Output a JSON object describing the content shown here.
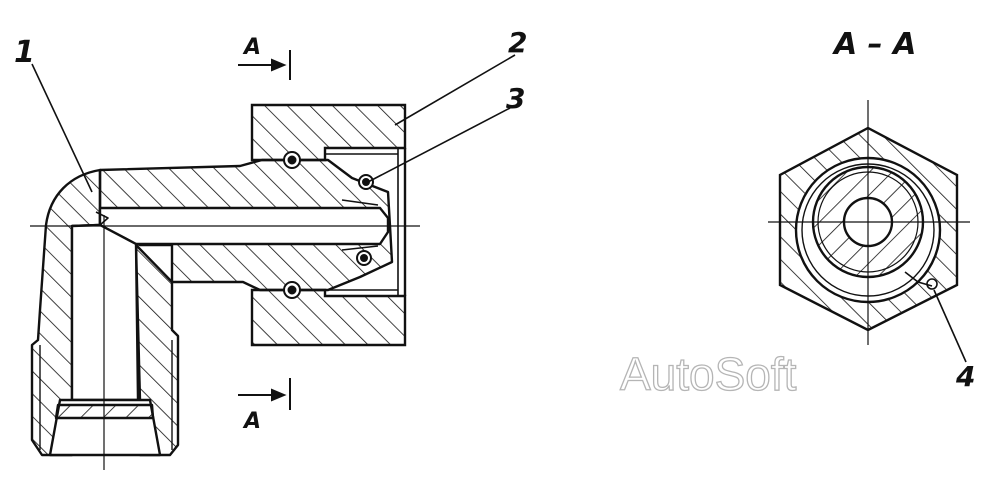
{
  "labels": {
    "part_1": "1",
    "part_2": "2",
    "part_3": "3",
    "part_4": "4",
    "section_top": "A",
    "section_bottom": "A",
    "section_title": "A – A"
  },
  "watermark": "AutoSoft",
  "colors": {
    "ink": "#111111",
    "paper": "#ffffff",
    "watermark_outline": "#b5b5b5"
  }
}
